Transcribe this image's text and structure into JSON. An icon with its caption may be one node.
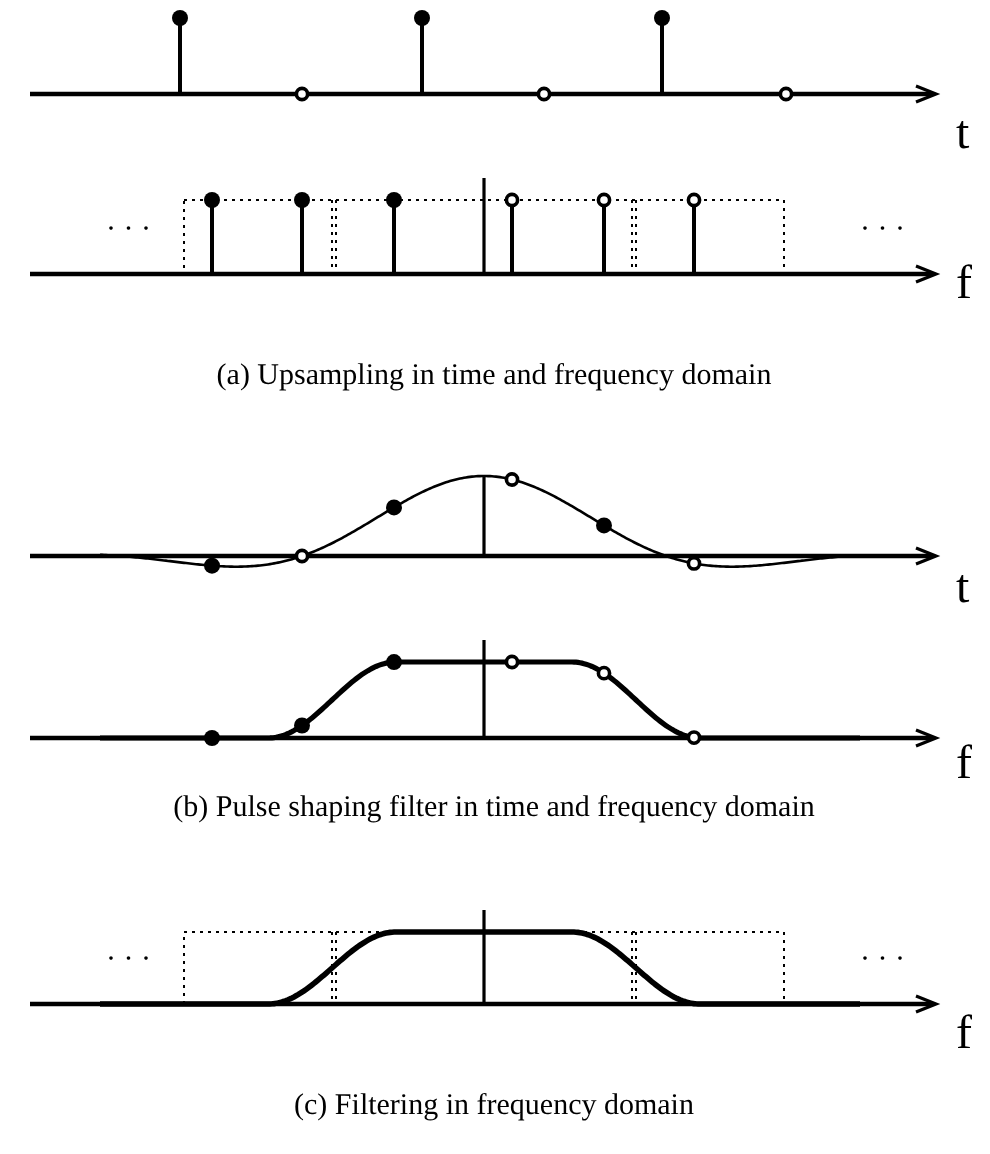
{
  "diagram": {
    "labels": [
      "t",
      "· · ·",
      "· · ·",
      "f",
      "(a) Upsampling in time and frequency domain",
      "t",
      "f",
      "(b) Pulse shaping filter in time and frequency domain",
      "· · ·",
      "· · ·",
      "f",
      "(c) Filtering in frequency domain"
    ]
  }
}
